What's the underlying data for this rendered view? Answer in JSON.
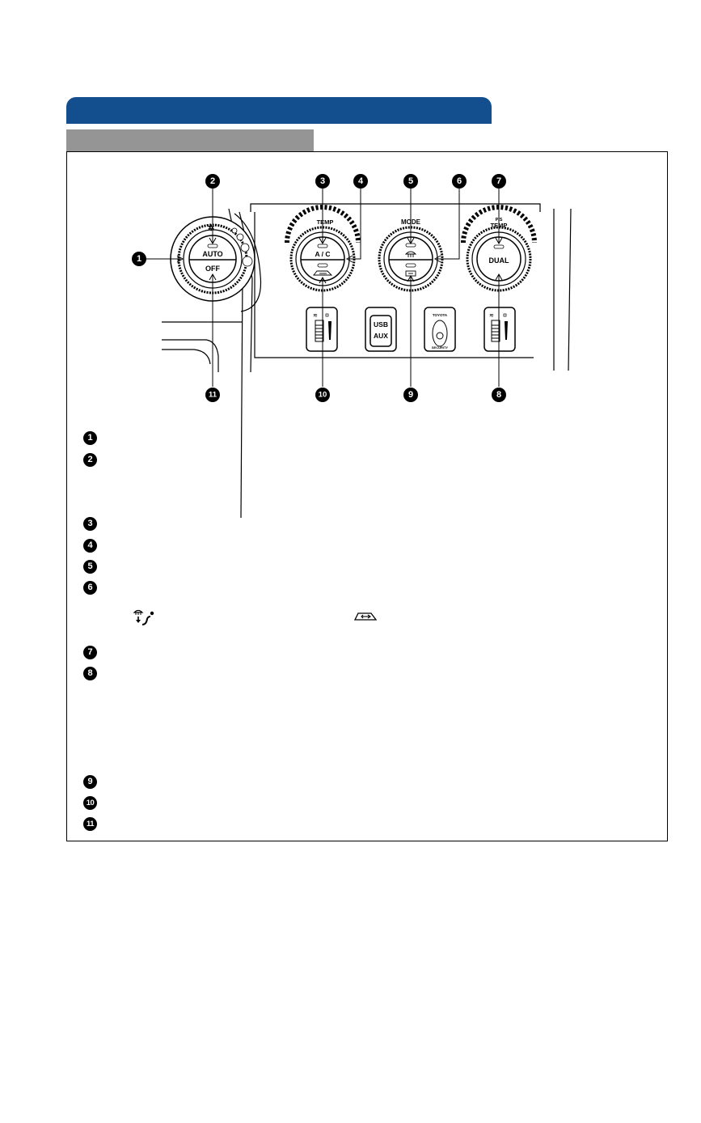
{
  "panel": {
    "labels": {
      "auto": "AUTO",
      "off": "OFF",
      "temp": "TEMP",
      "ac": "A / C",
      "mode": "MODE",
      "dual": "DUAL",
      "pass_temp_top": "P/S",
      "pass_temp": "TEMP",
      "usb": "USB",
      "aux": "AUX",
      "toyota": "TOYOTA",
      "security": "SECURITY"
    }
  },
  "callouts": [
    "1",
    "2",
    "3",
    "4",
    "5",
    "6",
    "7",
    "8",
    "9",
    "10",
    "11"
  ],
  "legend": [
    {
      "num": "1"
    },
    {
      "num": "2"
    },
    {
      "num": "3"
    },
    {
      "num": "4"
    },
    {
      "num": "5"
    },
    {
      "num": "6"
    },
    {
      "num": "7"
    },
    {
      "num": "8"
    },
    {
      "num": "9"
    },
    {
      "num": "10"
    },
    {
      "num": "11"
    }
  ],
  "icons": {
    "defrost_feet": "defrost-feet-icon",
    "recirculation": "recirculation-icon"
  },
  "colors": {
    "header_blue": "#134f8f",
    "subheader_gray": "#959595"
  }
}
